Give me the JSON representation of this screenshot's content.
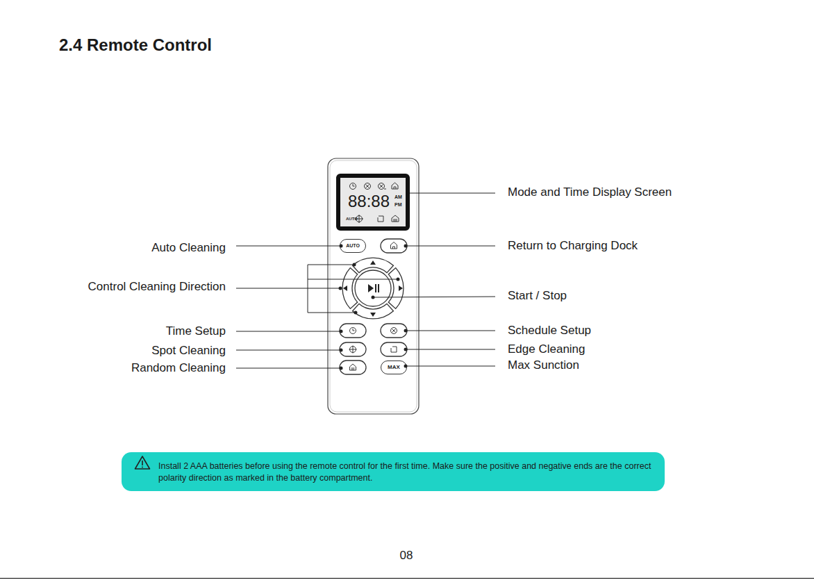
{
  "diagram": {
    "title": "2.4 Remote Control",
    "nodes": [
      {
        "text": [
          "88:88",
          "AM",
          "PM",
          "AUTO"
        ]
      },
      {
        "text": [
          "AUTO"
        ]
      },
      {
        "text": [
          "MAX"
        ]
      },
      {
        "text": [
          "Install 2 AAA batteries before using the remote control for the first time. Make sure the positive and negative ends are the correct polarity direction as marked in the battery compartment."
        ]
      }
    ],
    "labels": [
      "Mode and Time Display Screen",
      "Auto Cleaning",
      "Return to Charging Dock",
      "Control Cleaning Direction",
      "Start / Stop",
      "Time Setup",
      "Schedule Setup",
      "Spot Cleaning",
      "Edge Cleaning",
      "Random Cleaning",
      "Max Sunction",
      "08"
    ]
  }
}
